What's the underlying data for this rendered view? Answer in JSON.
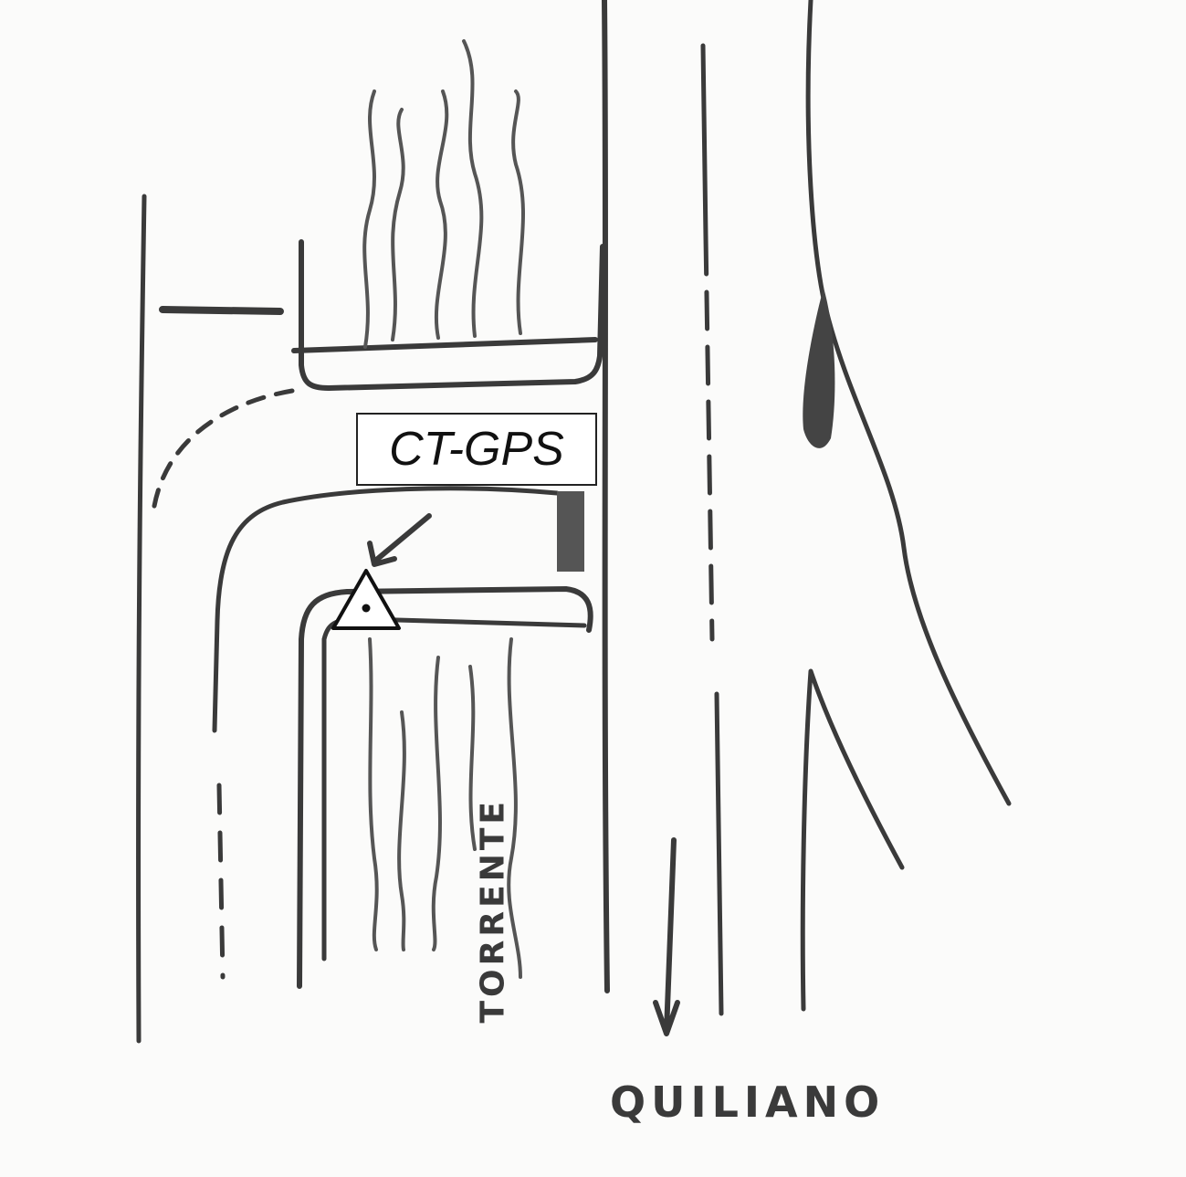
{
  "map": {
    "station_label": "CT-GPS",
    "stream_label": "TORRENTE",
    "town_label": "QUILIANO"
  },
  "symbols": {
    "station_marker": "triangle-with-dot-icon",
    "direction_arrow": "arrow-down-icon",
    "pointer_arrow": "arrow-icon"
  },
  "colors": {
    "ink": "#3a3a3a",
    "paper": "#fbfbfa",
    "label_border": "#222222"
  }
}
